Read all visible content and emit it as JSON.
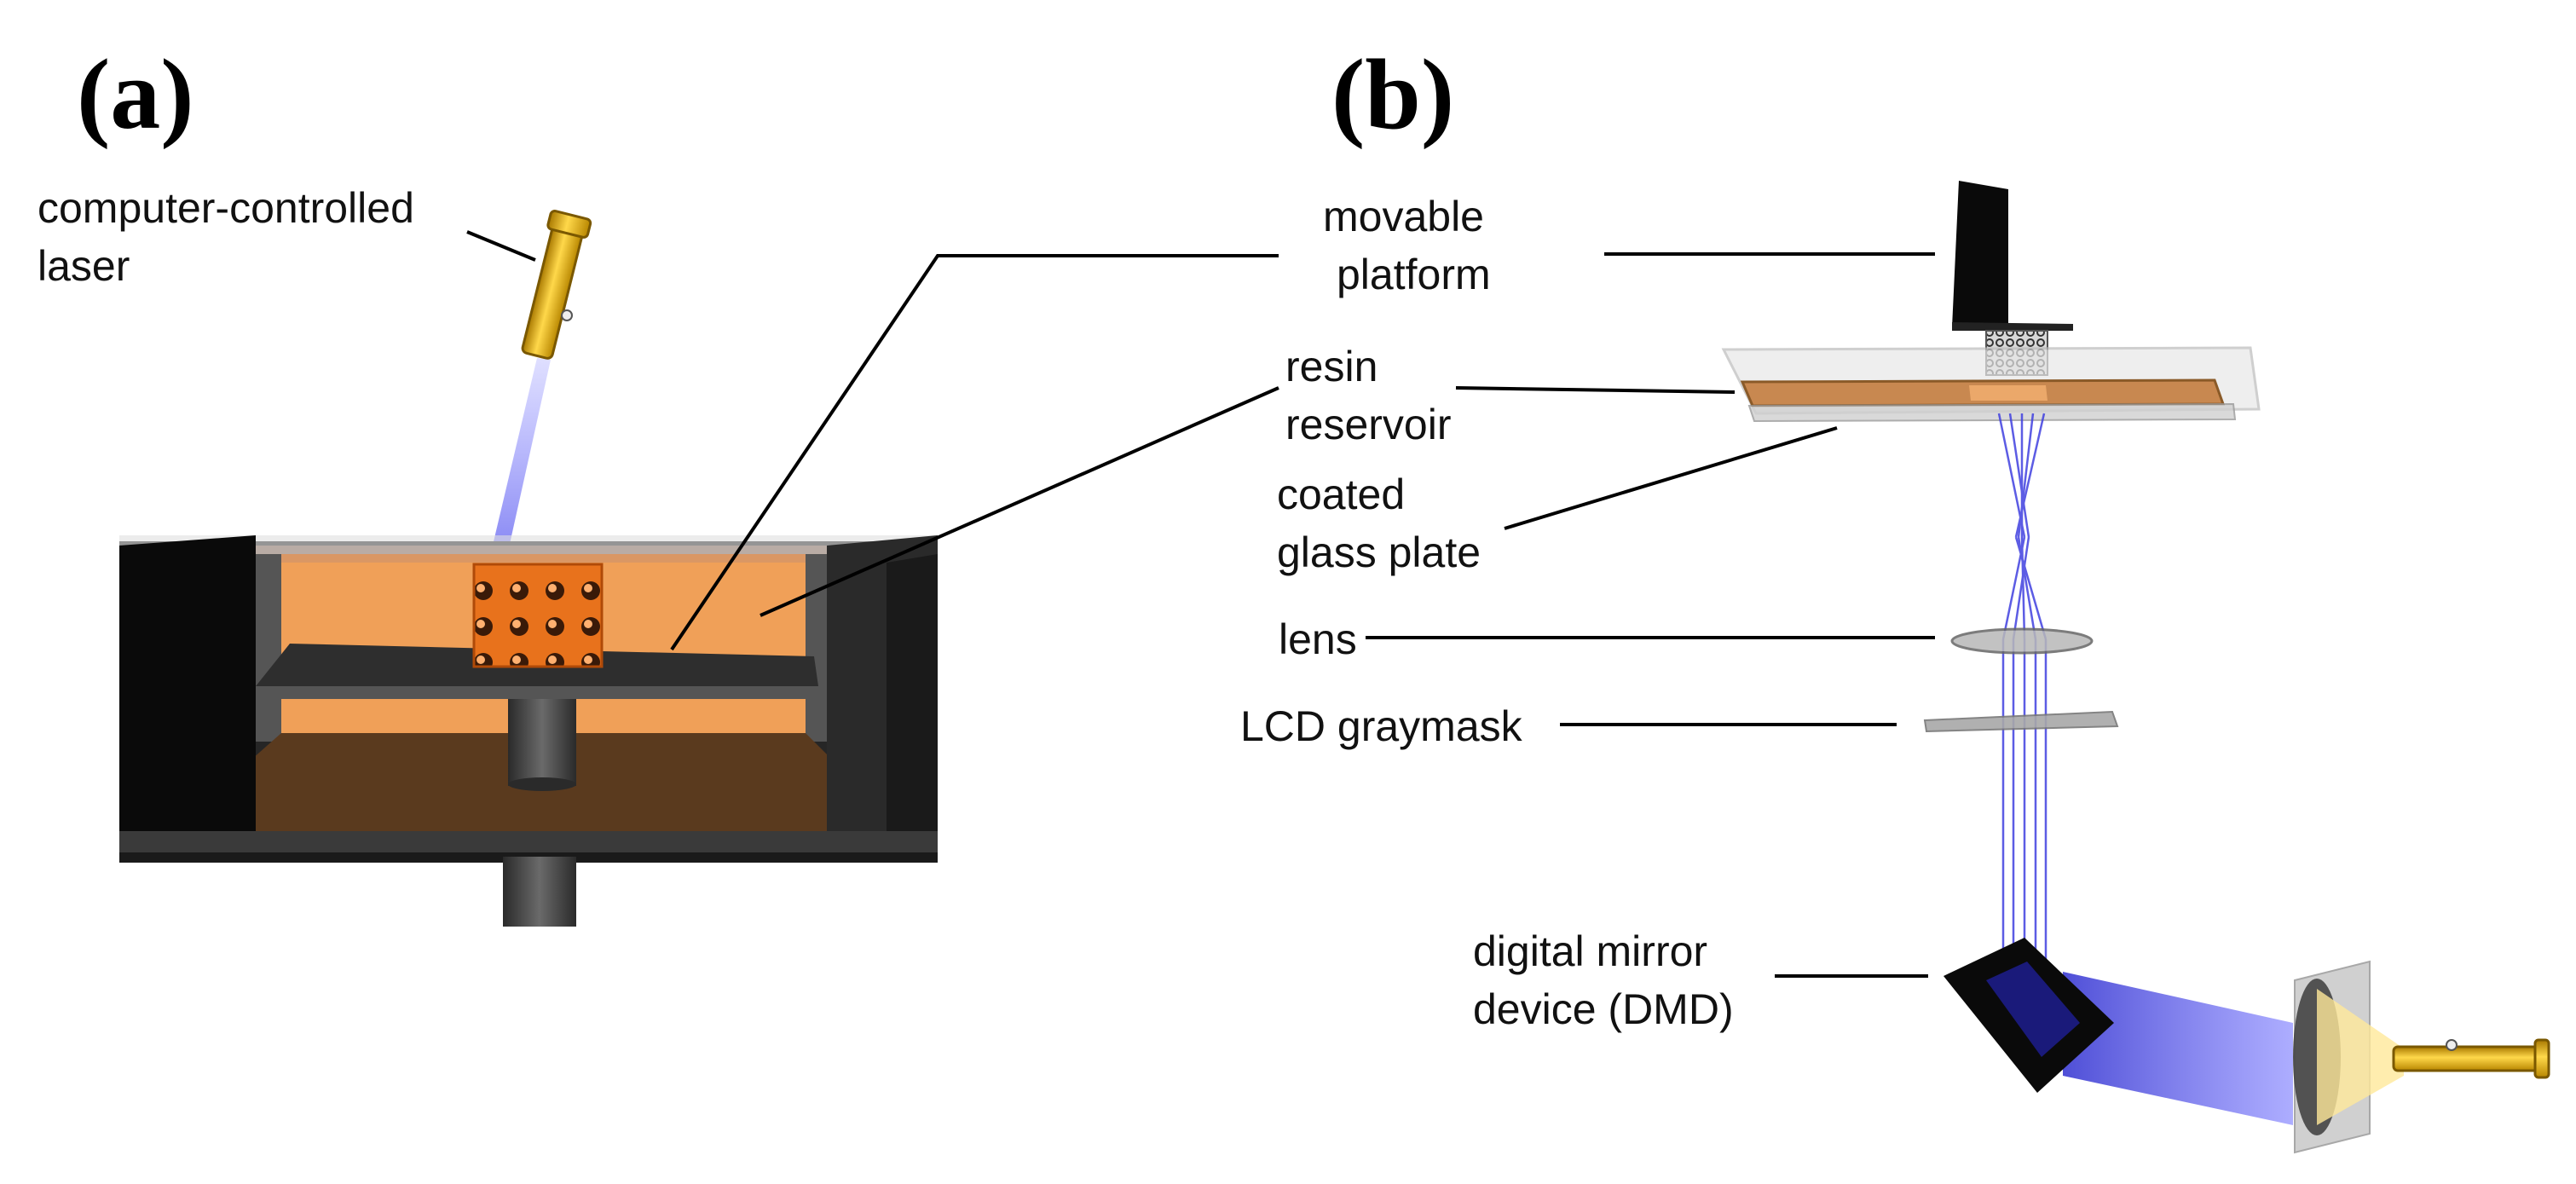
{
  "panels": {
    "a": "(a)",
    "b": "(b)"
  },
  "labels": {
    "laser": [
      "computer-controlled",
      "laser"
    ],
    "platform": [
      "movable",
      "platform"
    ],
    "reservoir": [
      "resin",
      "reservoir"
    ],
    "glass": [
      "coated",
      "glass plate"
    ],
    "lens": "lens",
    "lcd": "LCD graymask",
    "dmd": [
      "digital mirror",
      "device (DMD)"
    ]
  },
  "colors": {
    "resin": "#f0a058",
    "resin_dark": "#5a3a1e",
    "vat": "#1a1a1a",
    "platform": "#3a3a3a",
    "part": "#e8721c",
    "laser_body": "#d8a000",
    "beam": "#6a6af0"
  }
}
